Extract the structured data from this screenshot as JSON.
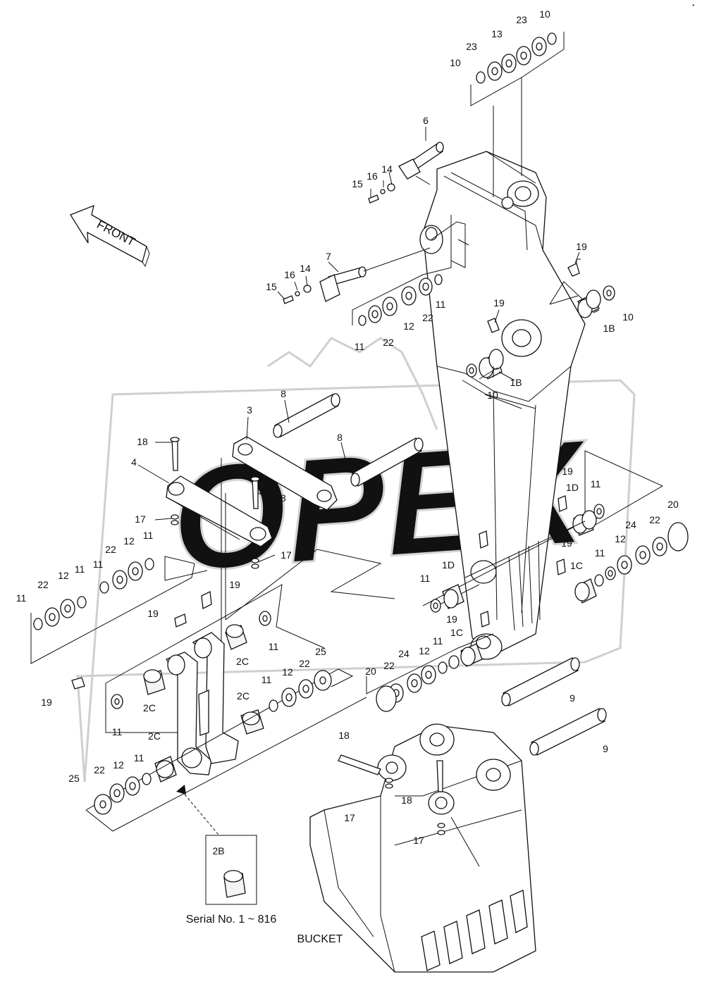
{
  "watermark": {
    "text": "OPEX"
  },
  "corner_mark": {
    "text": "•"
  },
  "front_arrow": {
    "label": "FRONT"
  },
  "callouts": [
    {
      "id": "c01",
      "text": "10"
    },
    {
      "id": "c02",
      "text": "23"
    },
    {
      "id": "c03",
      "text": "13"
    },
    {
      "id": "c04",
      "text": "23"
    },
    {
      "id": "c05",
      "text": "10"
    },
    {
      "id": "c06",
      "text": "6"
    },
    {
      "id": "c07",
      "text": "14"
    },
    {
      "id": "c08",
      "text": "16"
    },
    {
      "id": "c09",
      "text": "15"
    },
    {
      "id": "c10",
      "text": "7"
    },
    {
      "id": "c11",
      "text": "14"
    },
    {
      "id": "c12",
      "text": "16"
    },
    {
      "id": "c13",
      "text": "15"
    },
    {
      "id": "c14",
      "text": "19"
    },
    {
      "id": "c15",
      "text": "11"
    },
    {
      "id": "c16",
      "text": "22"
    },
    {
      "id": "c17",
      "text": "12"
    },
    {
      "id": "c18",
      "text": "22"
    },
    {
      "id": "c19",
      "text": "11"
    },
    {
      "id": "c20",
      "text": "10"
    },
    {
      "id": "c21",
      "text": "1B"
    },
    {
      "id": "c22",
      "text": "19"
    },
    {
      "id": "c23",
      "text": "1B"
    },
    {
      "id": "c24",
      "text": "10"
    },
    {
      "id": "c25",
      "text": "8"
    },
    {
      "id": "c26",
      "text": "3"
    },
    {
      "id": "c27",
      "text": "8"
    },
    {
      "id": "c28",
      "text": "18"
    },
    {
      "id": "c29",
      "text": "4"
    },
    {
      "id": "c30",
      "text": "18"
    },
    {
      "id": "c31",
      "text": "17"
    },
    {
      "id": "c32",
      "text": "17"
    },
    {
      "id": "c33",
      "text": "19"
    },
    {
      "id": "c34",
      "text": "1D"
    },
    {
      "id": "c35",
      "text": "11"
    },
    {
      "id": "c36",
      "text": "20"
    },
    {
      "id": "c37",
      "text": "24"
    },
    {
      "id": "c38",
      "text": "22"
    },
    {
      "id": "c39",
      "text": "19"
    },
    {
      "id": "c40",
      "text": "19"
    },
    {
      "id": "c41",
      "text": "1C"
    },
    {
      "id": "c42",
      "text": "11"
    },
    {
      "id": "c43",
      "text": "12"
    },
    {
      "id": "c44",
      "text": "1D"
    },
    {
      "id": "c45",
      "text": "11"
    },
    {
      "id": "c46",
      "text": "19"
    },
    {
      "id": "c47",
      "text": "1C"
    },
    {
      "id": "c48",
      "text": "11"
    },
    {
      "id": "c49",
      "text": "12"
    },
    {
      "id": "c50",
      "text": "22"
    },
    {
      "id": "c51",
      "text": "11"
    },
    {
      "id": "c52",
      "text": "11"
    },
    {
      "id": "c53",
      "text": "12"
    },
    {
      "id": "c54",
      "text": "22"
    },
    {
      "id": "c55",
      "text": "11"
    },
    {
      "id": "c56",
      "text": "19"
    },
    {
      "id": "c57",
      "text": "19"
    },
    {
      "id": "c58",
      "text": "11"
    },
    {
      "id": "c59",
      "text": "2C"
    },
    {
      "id": "c60",
      "text": "19"
    },
    {
      "id": "c61",
      "text": "11"
    },
    {
      "id": "c62",
      "text": "2C"
    },
    {
      "id": "c63",
      "text": "2C"
    },
    {
      "id": "c64",
      "text": "25"
    },
    {
      "id": "c65",
      "text": "22"
    },
    {
      "id": "c66",
      "text": "12"
    },
    {
      "id": "c67",
      "text": "11"
    },
    {
      "id": "c68",
      "text": "2C"
    },
    {
      "id": "c69",
      "text": "25"
    },
    {
      "id": "c70",
      "text": "22"
    },
    {
      "id": "c71",
      "text": "12"
    },
    {
      "id": "c72",
      "text": "11"
    },
    {
      "id": "c73",
      "text": "20"
    },
    {
      "id": "c74",
      "text": "22"
    },
    {
      "id": "c75",
      "text": "24"
    },
    {
      "id": "c76",
      "text": "12"
    },
    {
      "id": "c77",
      "text": "11"
    },
    {
      "id": "c78",
      "text": "9"
    },
    {
      "id": "c79",
      "text": "9"
    },
    {
      "id": "c80",
      "text": "18"
    },
    {
      "id": "c81",
      "text": "18"
    },
    {
      "id": "c82",
      "text": "17"
    },
    {
      "id": "c83",
      "text": "17"
    }
  ],
  "inset": {
    "label": "2B",
    "caption": "Serial No. 1 ~ 816"
  },
  "assembly_label": "BUCKET"
}
